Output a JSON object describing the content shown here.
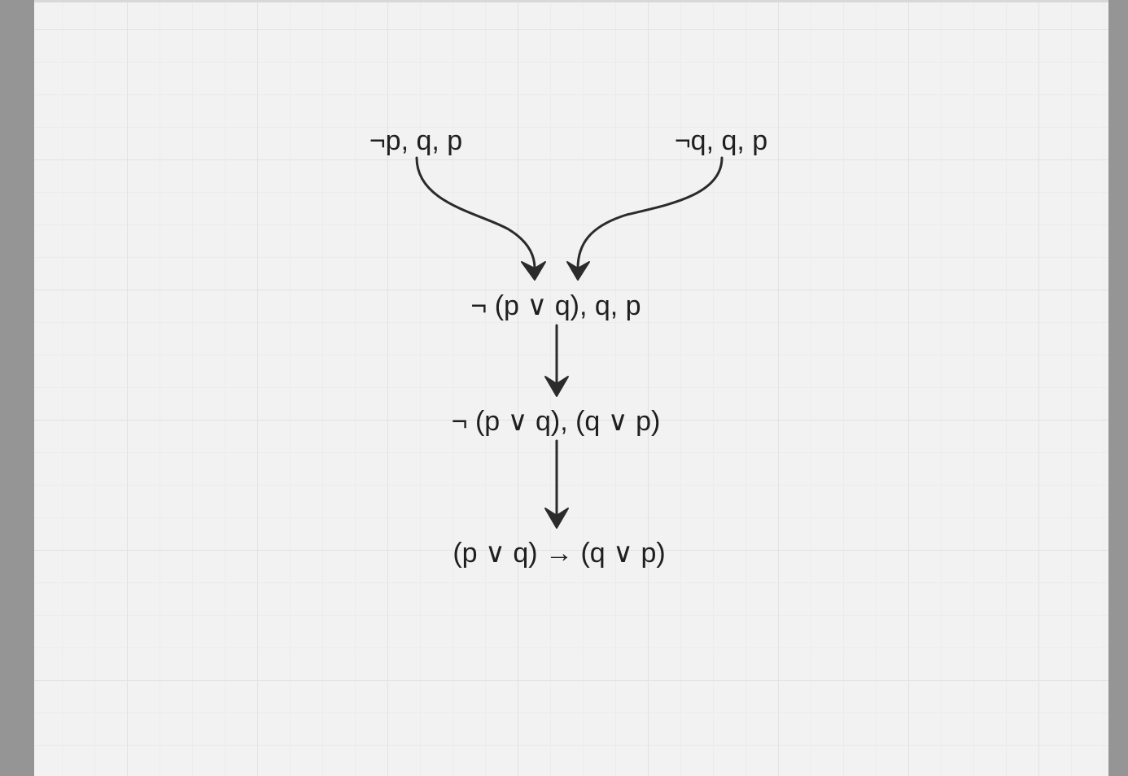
{
  "diagram": {
    "nodes": [
      {
        "id": "n1",
        "label": "¬p, q, p"
      },
      {
        "id": "n2",
        "label": "¬q, q, p"
      },
      {
        "id": "n3",
        "label": "¬ (p ∨ q), q, p"
      },
      {
        "id": "n4",
        "label": "¬ (p ∨ q), (q ∨ p)"
      },
      {
        "id": "n5",
        "label": "(p ∨ q) → (q ∨ p)"
      }
    ],
    "edges": [
      {
        "from": "n1",
        "to": "n3"
      },
      {
        "from": "n2",
        "to": "n3"
      },
      {
        "from": "n3",
        "to": "n4"
      },
      {
        "from": "n4",
        "to": "n5"
      }
    ]
  },
  "colors": {
    "canvas": "#f2f2f2",
    "grid": "#e2e2e2",
    "sidebar": "#959595",
    "ink": "#2b2b2b"
  }
}
